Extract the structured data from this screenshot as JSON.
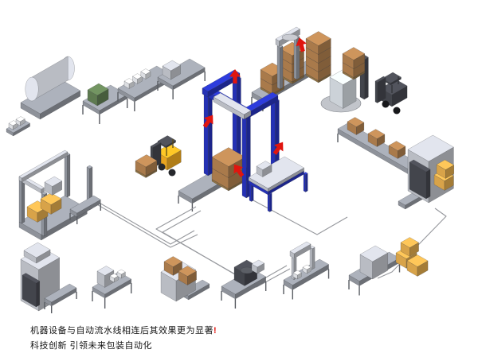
{
  "caption": {
    "line1": "机器设备与自动流水线相连后其效果更为显著",
    "line1_mark": "!",
    "line2": "科技创新 引领未来包装自动化"
  },
  "colors": {
    "accent_red": "#e0150f",
    "gantry_blue": "#2531b5",
    "carton_brown": "#a97a4b",
    "carton_tan": "#d8a349",
    "forklift_yellow": "#e8a41f",
    "machine_gray": "#b9bcc3",
    "frame_steel": "#8e929a",
    "path_line_gray": "#96989d",
    "background": "#ffffff",
    "caption_text": "#141414"
  },
  "scene": {
    "machines": [
      {
        "name": "rotary-drum-machine"
      },
      {
        "name": "infeed-conveyor-line"
      },
      {
        "name": "gantry-palletizer"
      },
      {
        "name": "pallet-infeed-line"
      },
      {
        "name": "hooding-machine"
      },
      {
        "name": "stretch-wrapper"
      },
      {
        "name": "forklift-dark"
      },
      {
        "name": "forklift-yellow"
      },
      {
        "name": "outfeed-roller-conveyor"
      },
      {
        "name": "case-sealer"
      },
      {
        "name": "wrapping-table"
      },
      {
        "name": "tray-former"
      },
      {
        "name": "cartoning-machine"
      },
      {
        "name": "labeling-machine"
      },
      {
        "name": "case-packer"
      },
      {
        "name": "shrink-wrapper"
      },
      {
        "name": "conveyor-portal-machine"
      },
      {
        "name": "end-of-line-machine"
      }
    ]
  }
}
